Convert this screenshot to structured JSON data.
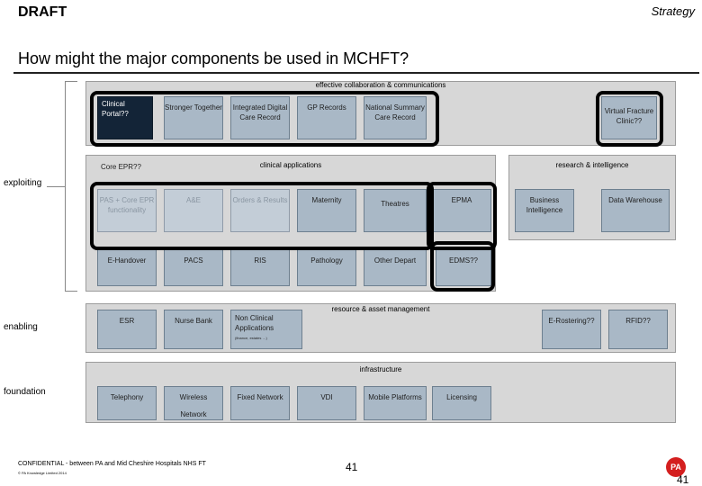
{
  "header": {
    "draft": "DRAFT",
    "strategy": "Strategy"
  },
  "title": "How might the major components be used in MCHFT?",
  "sides": {
    "exploiting": "exploiting",
    "enabling": "enabling",
    "foundation": "foundation"
  },
  "bands": {
    "collab": "effective collaboration & communications",
    "clinical": "clinical applications",
    "research": "research & intelligence",
    "resource": "resource & asset management",
    "infra": "infrastructure"
  },
  "boxes": {
    "clinical_portal": "Clinical Portal??",
    "stronger_together": "Stronger Together",
    "idcr": "Integrated Digital Care Record",
    "gp_records": "GP Records",
    "nscr": "National Summary Care Record",
    "virtual_fracture": "Virtual Fracture Clinic??",
    "core_epr": "Core EPR??",
    "pas": "PAS + Core EPR functionality",
    "ae": "A&E",
    "orders": "Orders & Results",
    "maternity": "Maternity",
    "theatres": "Theatres",
    "epma": "EPMA",
    "business_intel": "Business Intelligence",
    "data_warehouse": "Data Warehouse",
    "ehandover": "E-Handover",
    "pacs": "PACS",
    "ris": "RIS",
    "pathology": "Pathology",
    "other_depart": "Other Depart",
    "edms": "EDMS??",
    "esr": "ESR",
    "nurse_bank": "Nurse Bank",
    "non_clinical": "Non Clinical Applications",
    "non_clinical_small": "(finance, estates …)",
    "erostering": "E-Rostering??",
    "rfid": "RFID??",
    "telephony": "Telephony",
    "wireless_1": "Wireless",
    "wireless_2": "Network",
    "fixed_network": "Fixed Network",
    "vdi": "VDI",
    "mobile_platforms": "Mobile Platforms",
    "licensing": "Licensing"
  },
  "footer": {
    "confidential": "CONFIDENTIAL - between PA and Mid Cheshire Hospitals NHS FT",
    "copyright": "© PA Knowledge Limited 2014",
    "page": "41",
    "logo": "PA",
    "logo_page": "41"
  },
  "colors": {
    "box_fill": "#a9b8c6",
    "box_dark": "#132437",
    "band": "#d7d7d7",
    "logo_red": "#d41f1f"
  }
}
